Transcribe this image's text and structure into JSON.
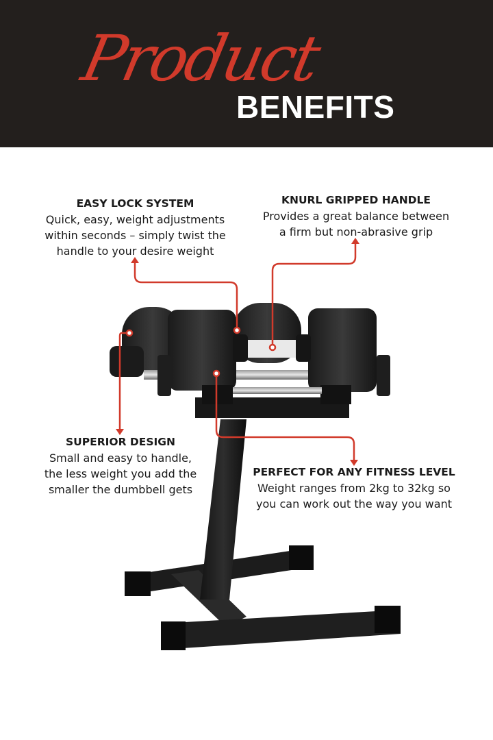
{
  "header": {
    "script_word": "Product",
    "bold_word": "BENEFITS",
    "background_color": "#231f1d",
    "accent_color": "#d13a2b"
  },
  "callouts": [
    {
      "id": "easy-lock",
      "title": "EASY LOCK SYSTEM",
      "lines": [
        "Quick, easy, weight adjustments",
        "within seconds – simply twist the",
        "handle to your desire weight"
      ]
    },
    {
      "id": "knurl",
      "title": "KNURL GRIPPED HANDLE",
      "lines": [
        "Provides a great balance between",
        "a firm but non-abrasive grip"
      ]
    },
    {
      "id": "superior",
      "title": "SUPERIOR DESIGN",
      "lines": [
        "Small and easy to handle,",
        "the less weight you add the",
        "smaller the dumbbell gets"
      ]
    },
    {
      "id": "fitness",
      "title": "PERFECT FOR ANY FITNESS LEVEL",
      "lines": [
        "Weight ranges from 2kg to 32kg so",
        "you can work out the way you want"
      ]
    }
  ],
  "product": {
    "image_label": "adjustable-dumbbells-on-stand"
  }
}
